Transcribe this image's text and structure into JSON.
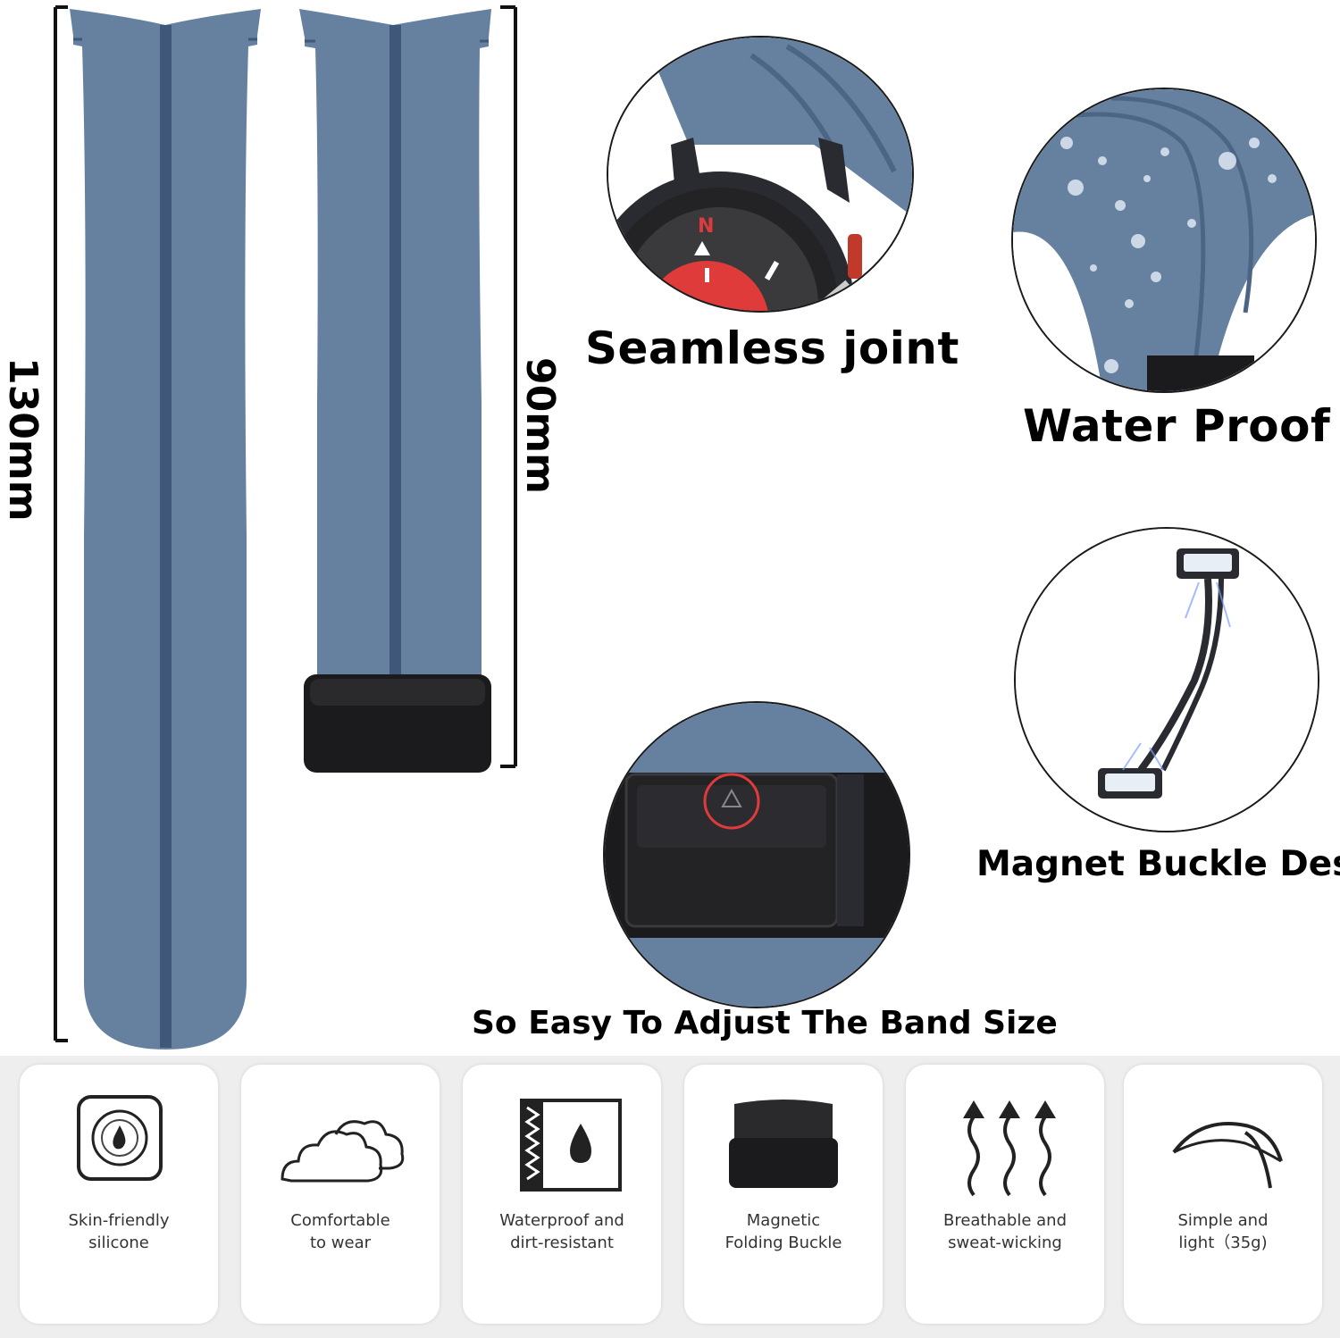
{
  "dimensions": {
    "long_strap": "130mm",
    "short_strap": "90mm"
  },
  "callouts": {
    "seamless": "Seamless joint",
    "waterproof": "Water Proof",
    "magnet": "Magnet Buckle Desig",
    "adjust": "So Easy To Adjust The Band Size"
  },
  "features": [
    {
      "icon": "shield-drop-icon",
      "line1": "Skin-friendly",
      "line2": "silicone"
    },
    {
      "icon": "clouds-icon",
      "line1": "Comfortable",
      "line2": "to wear"
    },
    {
      "icon": "waterproof-icon",
      "line1": "Waterproof and",
      "line2": "dirt-resistant"
    },
    {
      "icon": "buckle-icon",
      "line1": "Magnetic",
      "line2": "Folding Buckle"
    },
    {
      "icon": "breathable-icon",
      "line1": "Breathable and",
      "line2": "sweat-wicking"
    },
    {
      "icon": "leaf-icon",
      "line1": "Simple and",
      "line2": "light（35g)"
    }
  ],
  "colors": {
    "band": "#6681a0",
    "band_dark": "#4c6585",
    "groove": "#3b5577",
    "buckle": "#1b1b1d",
    "accent_red": "#e03b3b"
  }
}
